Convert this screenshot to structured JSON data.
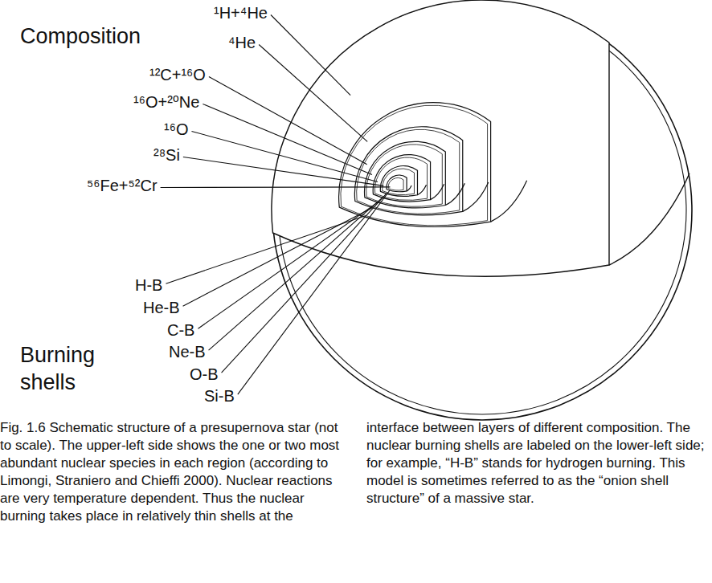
{
  "diagram": {
    "caption": "Fig. 1.6 Schematic structure of a presupernova star (not to scale). The upper-left side shows the one or two most abundant nuclear species in each region (according to Limongi, Straniero and Chieffi 2000). Nuclear reactions are very temperature dependent. Thus the nuclear burning takes place in relatively thin shells at the interface between layers of different composition. The nuclear burning shells are labeled on the lower-left side; for example, “H-B” stands for hydrogen burning. This model is sometimes referred to as the “onion shell structure” of a massive star.",
    "labels": [
      "Composition",
      "¹H+⁴He",
      "⁴He",
      "¹²C+¹⁶O",
      "¹⁶O+²⁰Ne",
      "¹⁶O",
      "²⁸Si",
      "⁵⁶Fe+⁵²Cr",
      "H-B",
      "He-B",
      "C-B",
      "Ne-B",
      "O-B",
      "Si-B",
      "Burning shells"
    ]
  }
}
